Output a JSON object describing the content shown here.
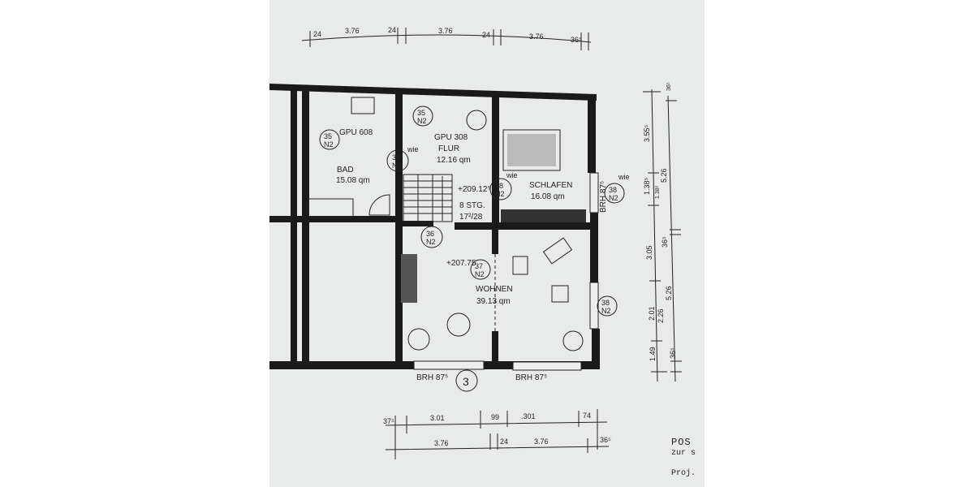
{
  "rooms": {
    "bad": {
      "name": "BAD",
      "area": "15.08 qm",
      "code": "GPU 608"
    },
    "flur": {
      "name": "FLUR",
      "area": "12.16 qm",
      "code": "GPU 308"
    },
    "schlafen": {
      "name": "SCHLAFEN",
      "area": "16.08 qm"
    },
    "wohnen": {
      "name": "WOHNEN",
      "area": "39.13 qm"
    }
  },
  "stairs": {
    "steps": "8 STG.",
    "ratio": "17²/28"
  },
  "levels": {
    "flur": "+209.12⁵",
    "wohnen": "+207.75"
  },
  "tags": {
    "t35": "35",
    "t36": "36",
    "t37": "37",
    "t38": "38",
    "sub": "N2",
    "wie": "wie"
  },
  "window_heights": {
    "left": "BRH 87⁵",
    "right": "BRH 87⁵",
    "side": "BRH 87⁵"
  },
  "axis_marker": "3",
  "dimensions": {
    "top": [
      "24",
      "3.76",
      "24",
      "3.76",
      "24",
      "3.76",
      "36⁵"
    ],
    "right_inner": [
      "3.55⁵",
      "1.38⁵",
      "3.05",
      "2.01",
      "1.49"
    ],
    "right_outer": [
      "36⁵",
      "5.26",
      "1.38⁵",
      "36⁵",
      "5.26",
      "2.26",
      "36⁵"
    ],
    "bottom_upper": [
      "37⁵",
      "3.01",
      "99",
      ".301",
      "74"
    ],
    "bottom_lower": [
      "3.76",
      "24",
      "3.76",
      "36⁵"
    ]
  },
  "title_block": {
    "line1": "POS",
    "line2": "zur s",
    "line3": "Proj."
  }
}
